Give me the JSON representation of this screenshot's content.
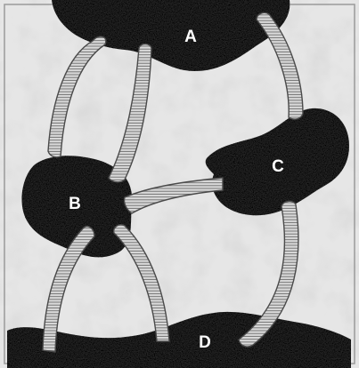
{
  "labels": {
    "a": "A",
    "b": "B",
    "c": "C",
    "d": "D"
  },
  "colors": {
    "cell": "#3a3a3a",
    "background": "#e6e6e6",
    "bridge": "#d6d6d6",
    "bridge_stroke": "#4a4a4a",
    "label": "#ffffff"
  }
}
